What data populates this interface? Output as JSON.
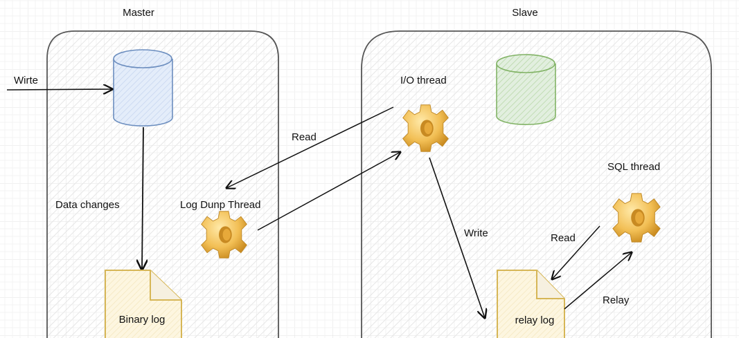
{
  "master": {
    "title": "Master",
    "write_label": "Wirte",
    "data_changes_label": "Data changes",
    "binary_log_label": "Binary log",
    "dump_thread_label": "Log Dunp Thread"
  },
  "slave": {
    "title": "Slave",
    "io_thread_label": "I/O thread",
    "sql_thread_label": "SQL thread",
    "relay_log_label": "relay log",
    "write_label": "Write",
    "read_label": "Read",
    "relay_label": "Relay"
  },
  "links": {
    "read_label": "Read"
  },
  "colors": {
    "db_master": "#dae8fc",
    "db_master_stroke": "#6c8ebf",
    "db_slave": "#d5e8d4",
    "db_slave_stroke": "#82b366",
    "doc_fill": "#fff2cc",
    "doc_stroke": "#d6b656",
    "gear": "#f0b53c"
  }
}
